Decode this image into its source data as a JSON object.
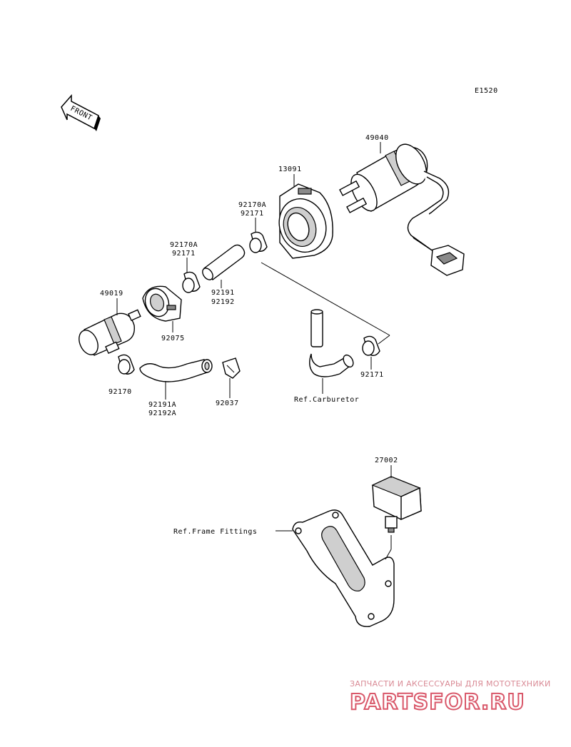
{
  "diagram_code": "E1520",
  "front_arrow_text": "FRONT",
  "parts": {
    "p49040": "49040",
    "p13091": "13091",
    "p92170A_top": "92170A",
    "p92171_top": "92171",
    "p92170A_mid": "92170A",
    "p92171_mid": "92171",
    "p92191": "92191",
    "p92192": "92192",
    "p49019": "49019",
    "p92075": "92075",
    "p92171_right": "92171",
    "p92170": "92170",
    "p92191A": "92191A",
    "p92192A": "92192A",
    "p92037": "92037",
    "p27002": "27002"
  },
  "refs": {
    "carburetor": "Ref.Carburetor",
    "frame_fittings": "Ref.Frame Fittings"
  },
  "watermark": {
    "tagline": "ЗАПЧАСТИ И АКСЕССУАРЫ ДЛЯ МОТОТЕХНИКИ",
    "site": "PARTSFOR.RU"
  }
}
